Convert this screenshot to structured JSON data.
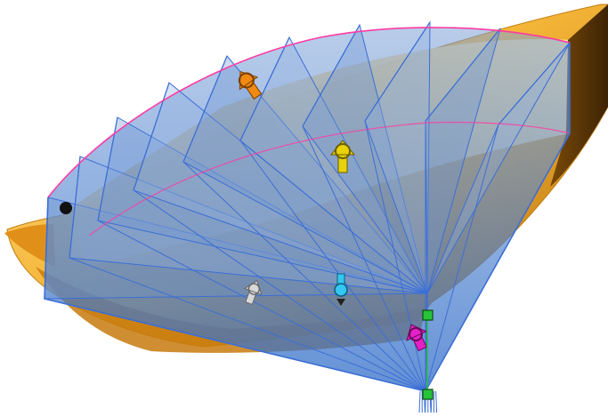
{
  "viewport": {
    "background": "#ffffff"
  },
  "colors": {
    "boat_body": "#f2a91f",
    "boat_body_light": "#ffd978",
    "boat_shadow": "#b06a05",
    "boat_dark": "#4a2b05",
    "fan_fill": "#5a88c9",
    "fan_edge": "#3b6ed6",
    "arc_highlight": "#ff3aa3",
    "handle_orange": "#f08a12",
    "handle_yellow": "#e8d20b",
    "handle_white": "#d8d8d8",
    "handle_cyan": "#35c6f2",
    "handle_magenta": "#e321c7",
    "grip_green": "#27c43a",
    "pivot_black": "#111111"
  },
  "handles": [
    {
      "name": "drag-handle-orange",
      "icon": "drag-arrow-icon",
      "color": "#f08a12"
    },
    {
      "name": "drag-handle-yellow",
      "icon": "drag-arrow-icon",
      "color": "#e8d20b"
    },
    {
      "name": "drag-handle-white",
      "icon": "drag-arrow-icon",
      "color": "#d8d8d8"
    },
    {
      "name": "drag-handle-cyan",
      "icon": "drag-arrow-icon",
      "color": "#35c6f2"
    },
    {
      "name": "drag-handle-magenta",
      "icon": "drag-arrow-icon",
      "color": "#e321c7"
    }
  ],
  "grips": [
    {
      "name": "vertex-grip-top",
      "color": "#27c43a"
    },
    {
      "name": "vertex-grip-bottom",
      "color": "#27c43a"
    }
  ],
  "pivot_point": {
    "name": "pivot-point",
    "color": "#111111"
  }
}
